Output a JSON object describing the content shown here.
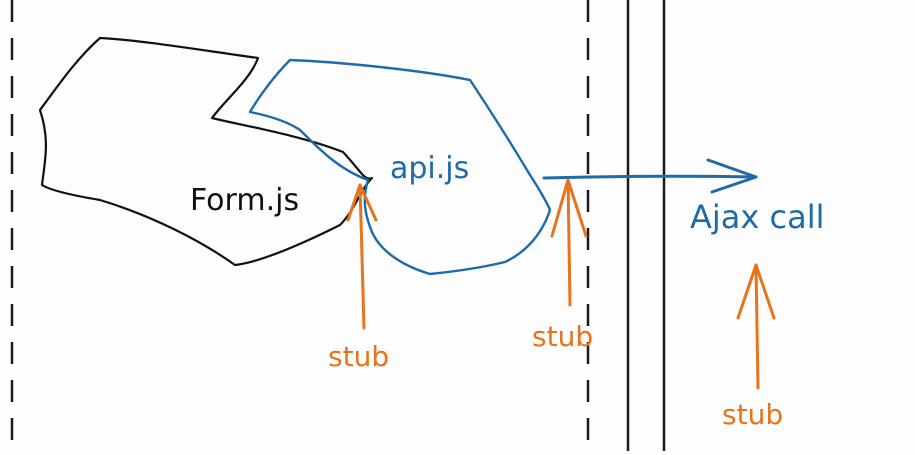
{
  "colors": {
    "ink": "#111111",
    "blue": "#1f6aa8",
    "orange": "#e8731d",
    "dash": "#1a1a1a"
  },
  "labels": {
    "form": "Form.js",
    "api": "api.js",
    "ajax": "Ajax call",
    "stub1": "stub",
    "stub2": "stub",
    "stub3": "stub"
  }
}
